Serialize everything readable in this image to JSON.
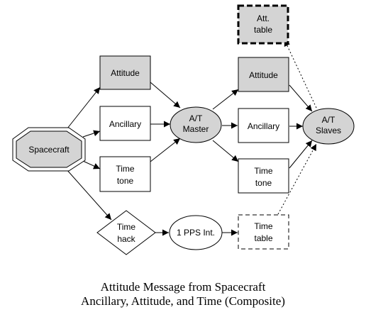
{
  "nodes": {
    "att_table": [
      "Att.",
      "table"
    ],
    "attitude_left": [
      "Attitude"
    ],
    "ancillary_left": [
      "Ancillary"
    ],
    "time_tone_left": [
      "Time",
      "tone"
    ],
    "spacecraft": [
      "Spacecraft"
    ],
    "at_master": [
      "A/T",
      "Master"
    ],
    "attitude_right": [
      "Attitude"
    ],
    "ancillary_right": [
      "Ancillary"
    ],
    "time_tone_right": [
      "Time",
      "tone"
    ],
    "at_slaves": [
      "A/T",
      "Slaves"
    ],
    "time_hack": [
      "Time",
      "hack"
    ],
    "pps_int": [
      "1 PPS Int."
    ],
    "time_table": [
      "Time",
      "table"
    ]
  },
  "caption": {
    "line1": "Attitude Message from Spacecraft",
    "line2": "Ancillary, Attitude, and Time (Composite)"
  },
  "colors": {
    "shaded_fill": "#d4d4d4",
    "white_fill": "#ffffff",
    "stroke": "#000000"
  }
}
